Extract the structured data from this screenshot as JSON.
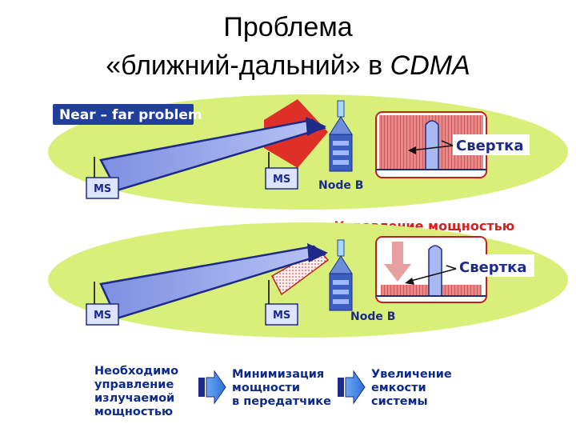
{
  "title": {
    "line1": "Проблема",
    "line2_main": "«ближний-дальний» в ",
    "line2_italic": "CDMA"
  },
  "diagram": {
    "badge": "Near – far problem",
    "top_panel": {
      "ms_far": "MS",
      "ms_near": "MS",
      "node": "Node B",
      "spectrum_label": "Свертка"
    },
    "power_control_label": "Управление мощностью",
    "bottom_panel": {
      "ms_far": "MS",
      "ms_near": "MS",
      "node": "Node B",
      "spectrum_label": "Свертка"
    },
    "flow": [
      "Необходимо\nуправление\nизлучаемой\nмощностью",
      "Минимизация\nмощности\nв передатчике",
      "Увеличение\nемкости\nсистемы"
    ]
  },
  "colors": {
    "ellipse": "#d8f07a",
    "badge_bg": "#1f3f9a",
    "ms_box": "#dce4ff",
    "beam": "#8f9fe8",
    "red_beam": "#e02020",
    "interference": "#d65a5a",
    "text_blue": "#0d2a8a",
    "power_red": "#d42020"
  }
}
